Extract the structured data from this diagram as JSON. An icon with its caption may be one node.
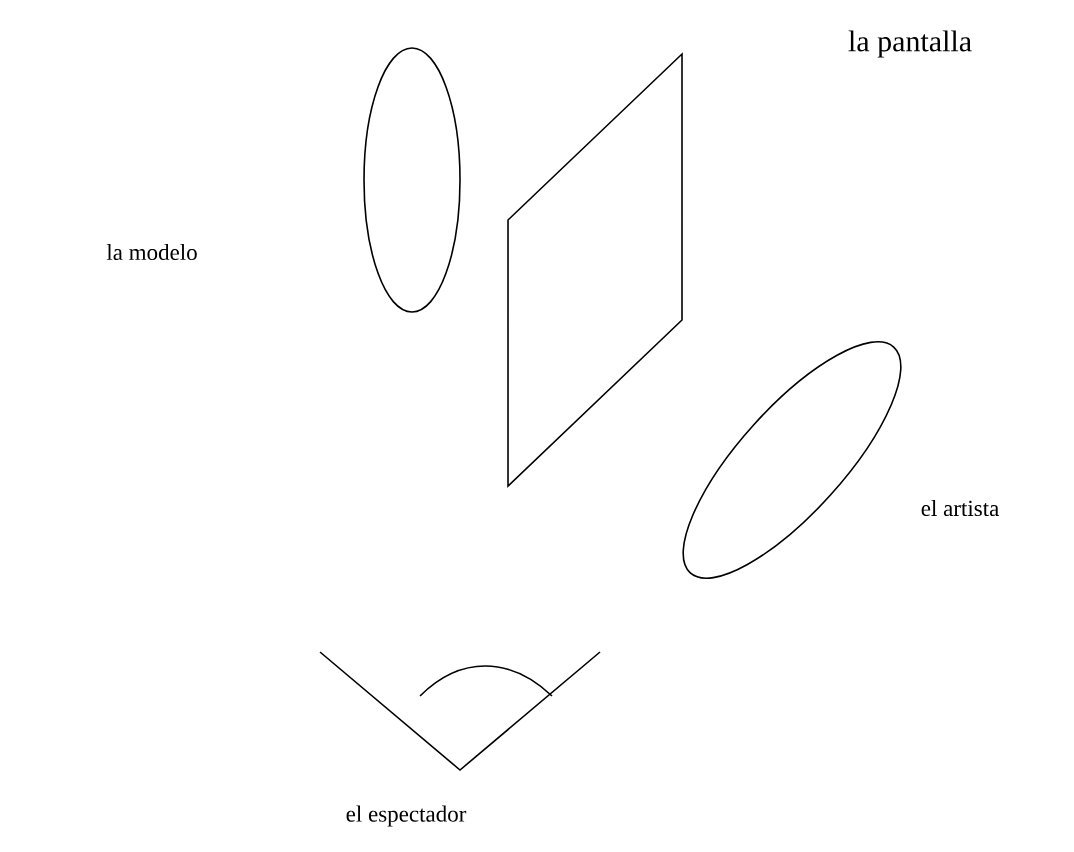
{
  "diagram": {
    "labels": [
      "la pantalla",
      "la modelo",
      "el artista",
      "el espectador"
    ]
  }
}
